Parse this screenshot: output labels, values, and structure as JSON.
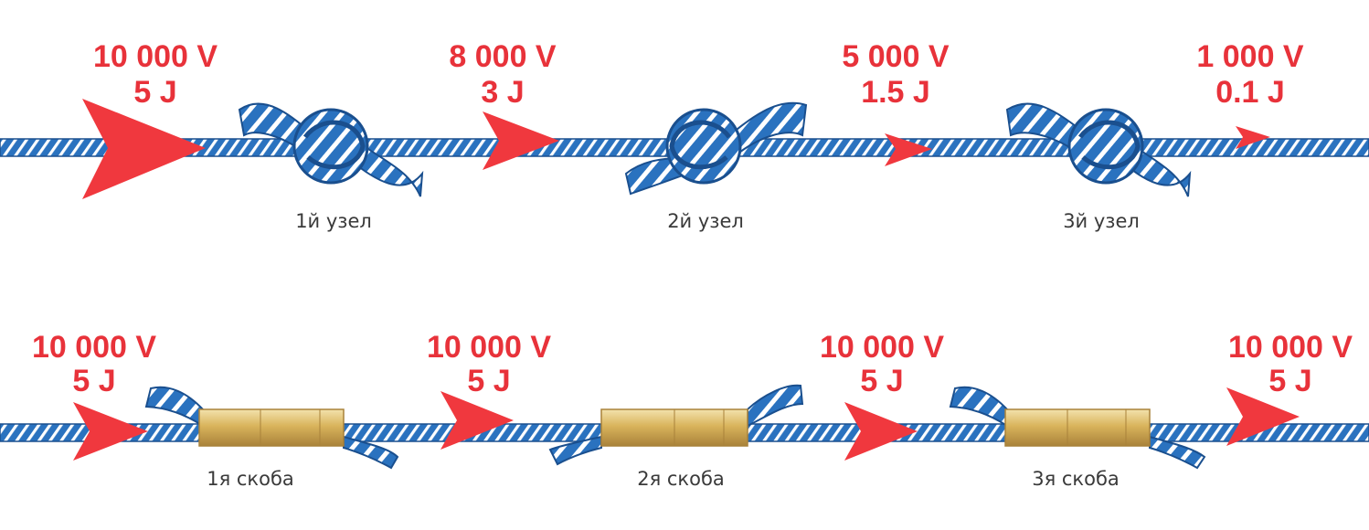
{
  "colors": {
    "rope": "#2a72bf",
    "rope_dark": "#1a4f8e",
    "rope_stripe": "#ffffff",
    "arrow": "#f0383e",
    "value_text": "#e8323a",
    "caption_text": "#3a3a3a",
    "clamp": "#d9b45c",
    "clamp_light": "#f3e2ad",
    "clamp_dark": "#a9823a"
  },
  "rows": [
    {
      "kind": "knot",
      "readings": [
        {
          "voltage": "10 000 V",
          "energy": "5 J"
        },
        {
          "voltage": "8 000 V",
          "energy": "3 J"
        },
        {
          "voltage": "5 000 V",
          "energy": "1.5 J"
        },
        {
          "voltage": "1 000 V",
          "energy": "0.1 J"
        }
      ],
      "labels": [
        "1й узел",
        "2й узел",
        "3й узел"
      ]
    },
    {
      "kind": "clamp",
      "readings": [
        {
          "voltage": "10 000 V",
          "energy": "5 J"
        },
        {
          "voltage": "10 000 V",
          "energy": "5 J"
        },
        {
          "voltage": "10 000 V",
          "energy": "5 J"
        },
        {
          "voltage": "10 000 V",
          "energy": "5 J"
        }
      ],
      "labels": [
        "1я скоба",
        "2я скоба",
        "3я скоба"
      ]
    }
  ]
}
